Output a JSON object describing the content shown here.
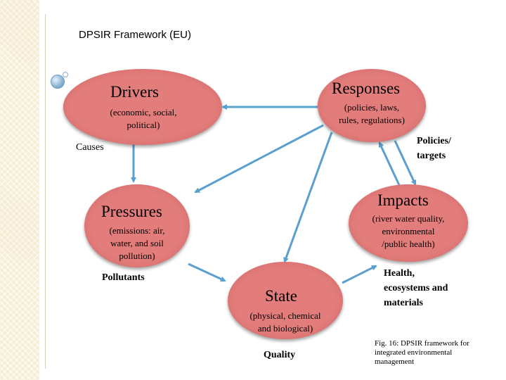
{
  "title": "DPSIR Framework (EU)",
  "colors": {
    "node_fill": "#e27d7b",
    "arrow": "#5aa0cf",
    "sidebar": "#f6ecd2"
  },
  "nodes": {
    "drivers": {
      "title": "Drivers",
      "subtitle": "(economic, social,\npolitical)"
    },
    "responses": {
      "title": "Responses",
      "subtitle": "(policies, laws,\nrules, regulations)"
    },
    "pressures": {
      "title": "Pressures",
      "subtitle": "(emissions: air,\nwater, and soil\npollution)"
    },
    "impacts": {
      "title": "Impacts",
      "subtitle": "(river water quality,\nenvironmental\n/public health)"
    },
    "state": {
      "title": "State",
      "subtitle": "(physical, chemical\nand biological)"
    }
  },
  "edge_labels": {
    "causes": "Causes",
    "policies_targets": "Policies/\ntargets",
    "pollutants": "Pollutants",
    "health": "Health,\necosystems and\nmaterials",
    "quality": "Quality"
  },
  "caption": "Fig. 16: DPSIR framework for\nintegrated environmental\nmanagement"
}
